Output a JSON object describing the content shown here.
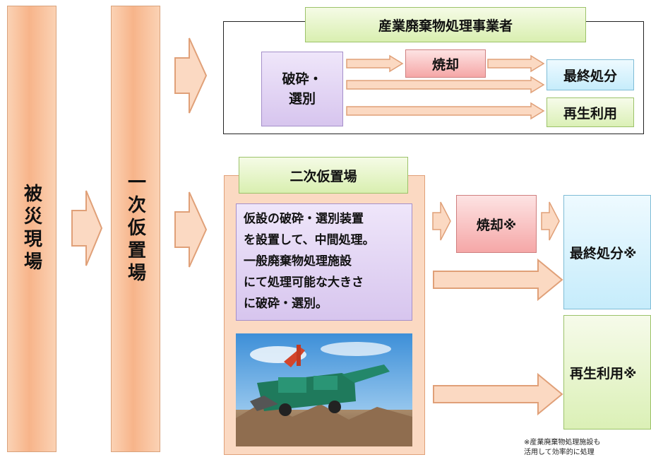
{
  "columns": {
    "disaster_site": "被災現場",
    "primary_site": "一次仮置場"
  },
  "industrial": {
    "header": "産業廃棄物処理事業者",
    "crush_sort_line1": "破砕・",
    "crush_sort_line2": "選別",
    "incineration": "焼却",
    "final_disposal": "最終処分",
    "recycling": "再生利用"
  },
  "secondary": {
    "header": "二次仮置場",
    "description_lines": [
      "仮設の破砕・選別装置",
      "を設置して、中間処理。",
      "一般廃棄物処理施設",
      "にて処理可能な大きさ",
      "に破砕・選別。"
    ],
    "incineration": "焼却※",
    "final_disposal": "最終処分※",
    "recycling": "再生利用※",
    "photo_subject": "crushing-sorting-machine-photo"
  },
  "footnote": {
    "line1": "※産業廃棄物処理施設も",
    "line2": "活用して効率的に処理"
  },
  "colors": {
    "orange_fill": "#fbd9c2",
    "orange_stroke": "#e0a078",
    "lavender": "#d7c5ee",
    "pink": "#f5a7a7",
    "cyan": "#c6ecfb",
    "green": "#dbf0b6"
  }
}
